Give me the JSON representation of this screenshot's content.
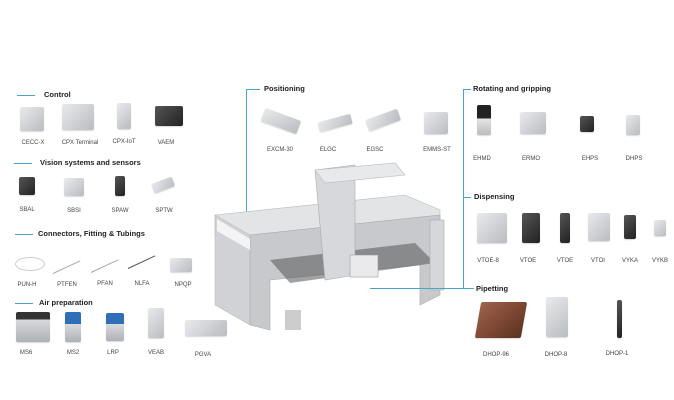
{
  "sections": {
    "control": {
      "title": "Control",
      "items": [
        "CECC-X",
        "CPX Terminal",
        "CPX-IoT",
        "VAEM"
      ]
    },
    "vision": {
      "title": "Vision systems and sensors",
      "items": [
        "SBAL",
        "SBSI",
        "SPAW",
        "SPTW"
      ]
    },
    "connectors": {
      "title": "Connectors, Fitting & Tubings",
      "items": [
        "PUN-H",
        "PTFEN",
        "PFAN",
        "NLFA",
        "NPQP"
      ]
    },
    "air": {
      "title": "Air preparation",
      "items": [
        "MS6",
        "MS2",
        "LRP",
        "VEAB",
        "PGVA"
      ]
    },
    "positioning": {
      "title": "Positioning",
      "items": [
        "EXCM-30",
        "ELGC",
        "EGSC",
        "EMMS-ST"
      ]
    },
    "rotating": {
      "title": "Rotating and gripping",
      "items": [
        "EHMD",
        "ERMO",
        "EHPS",
        "DHPS"
      ]
    },
    "dispensing": {
      "title": "Dispensing",
      "items": [
        "VTOE-8",
        "VTOE",
        "VTOE",
        "VTOI",
        "VYKA",
        "VYKB"
      ]
    },
    "pipetting": {
      "title": "Pipetting",
      "items": [
        "DHOP-96",
        "DHOP-8",
        "DHOP-1"
      ]
    }
  },
  "colors": {
    "accent": "#4aa3c9"
  }
}
